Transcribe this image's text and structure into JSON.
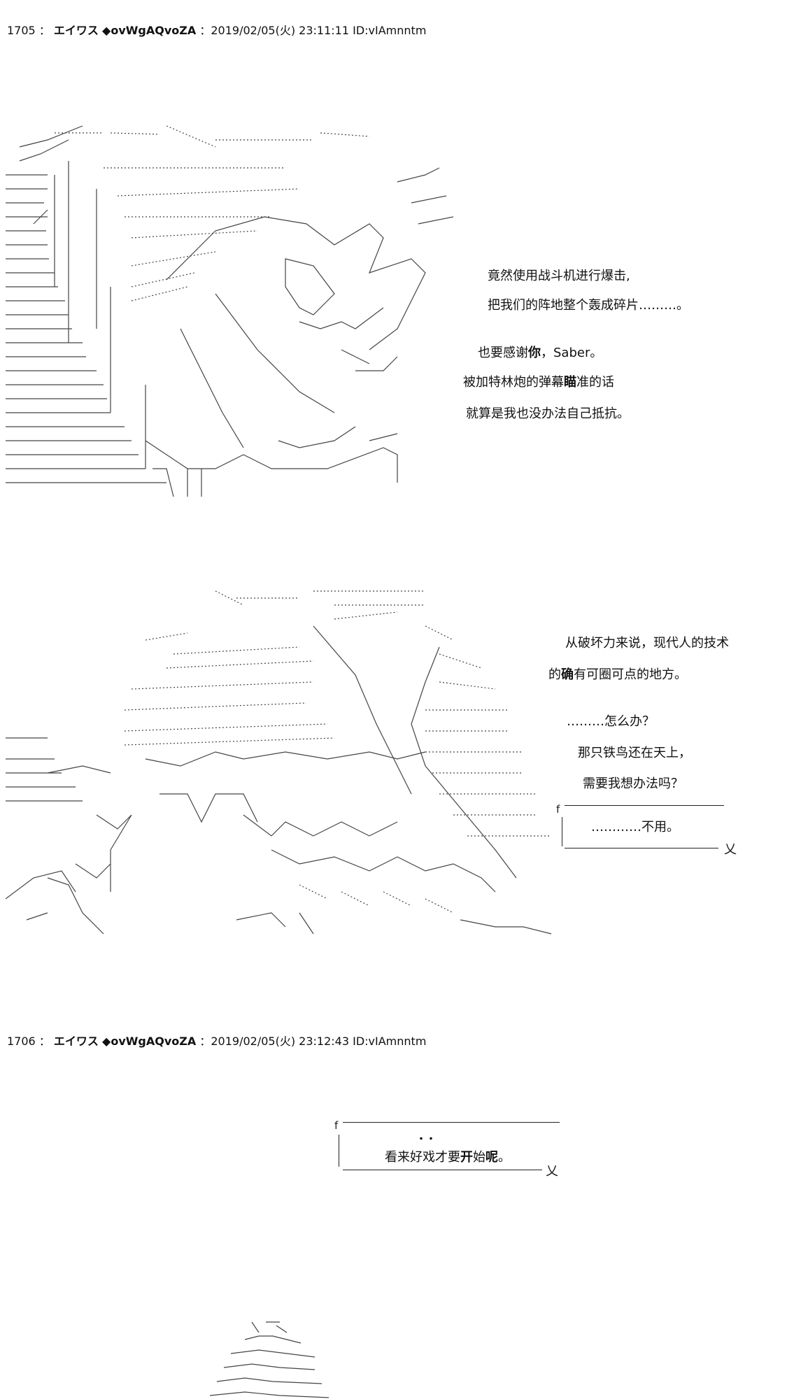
{
  "posts": [
    {
      "number": "1705",
      "name": "エイワス",
      "trip": "◆ovWgAQvoZA",
      "datetime": "2019/02/05(火) 23:11:11",
      "id": "ID:vIAmnntm"
    },
    {
      "number": "1706",
      "name": "エイワス",
      "trip": "◆ovWgAQvoZA",
      "datetime": "2019/02/05(火) 23:12:43",
      "id": "ID:vIAmnntm"
    }
  ],
  "scene1": {
    "lines": [
      {
        "text": "竟然使用战斗机进行爆击,"
      },
      {
        "text": "把我们的阵地整个轰成碎片………。"
      },
      {
        "pre": "也要感谢",
        "bold": "你",
        "post": "，Saber。"
      },
      {
        "pre": "被加特林炮的弹幕",
        "bold": "瞄",
        "post": "准的话"
      },
      {
        "text": "就算是我也没办法自己抵抗。"
      }
    ]
  },
  "scene2": {
    "lines": [
      {
        "text": "从破坏力来说，现代人的技术"
      },
      {
        "pre": "的",
        "bold": "确",
        "post": "有可圈可点的地方。"
      },
      {
        "text": "………怎么办？"
      },
      {
        "text": "那只铁鸟还在天上，"
      },
      {
        "text": "需要我想办法吗？"
      }
    ],
    "bubble_text": "…………不用。"
  },
  "scene3": {
    "dots": "・・",
    "pre": "看来好戏才要",
    "bold": "开",
    "mid": "始",
    "bold2": "呢",
    "post": "。"
  }
}
